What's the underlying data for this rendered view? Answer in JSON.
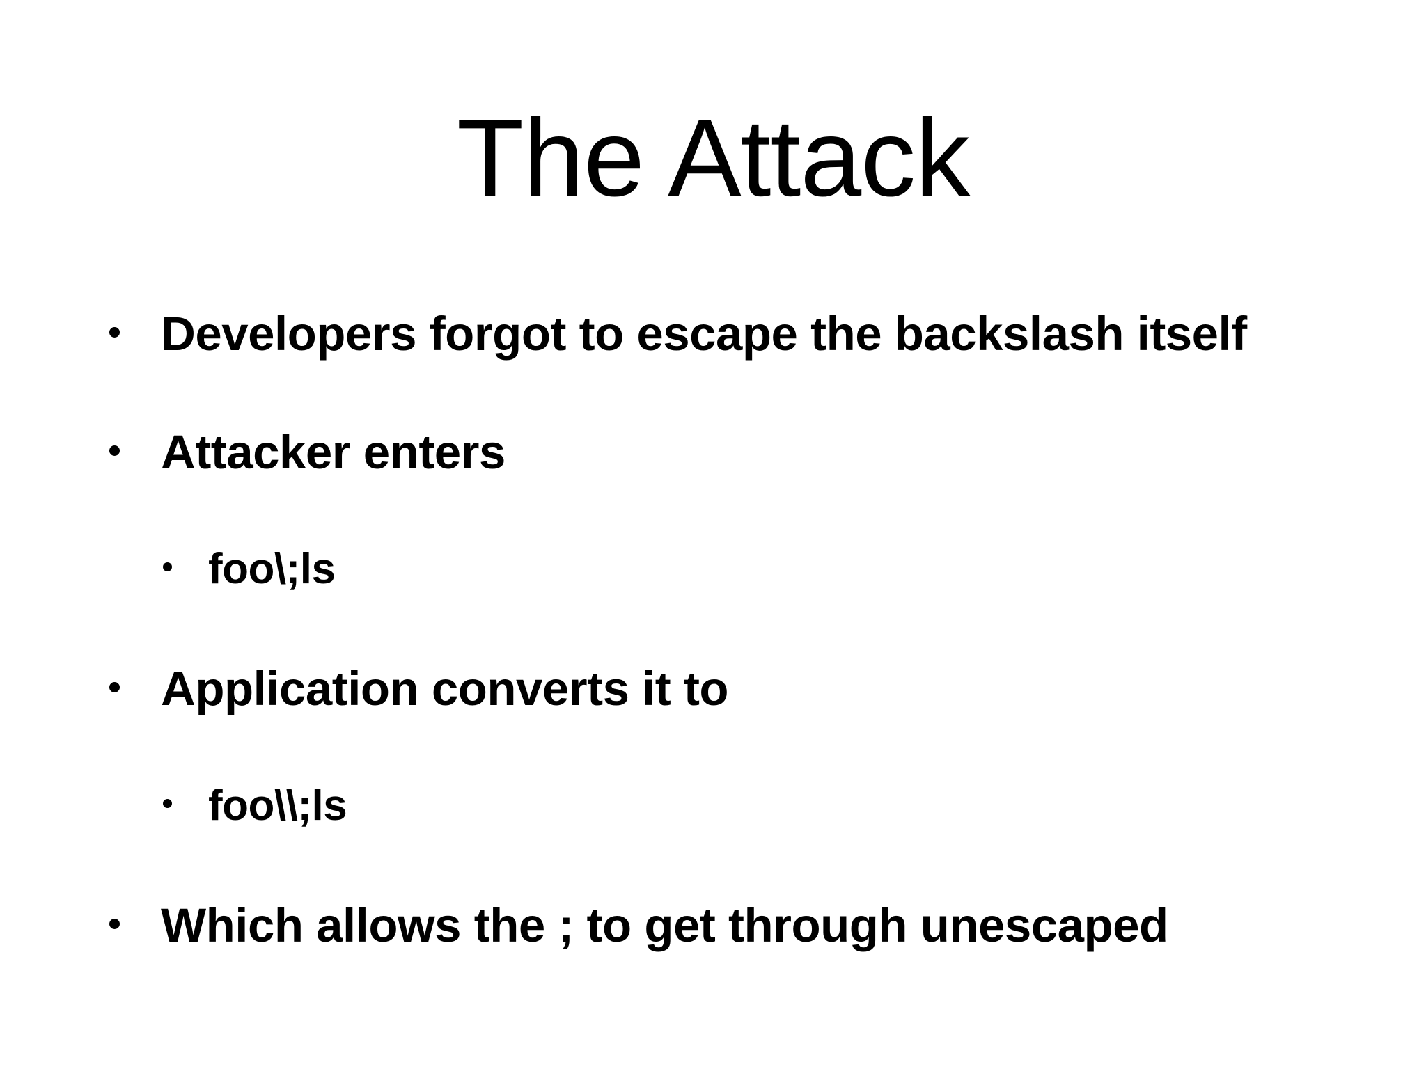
{
  "slide": {
    "background_color": "#ffffff",
    "text_color": "#000000",
    "title": "The Attack",
    "bullets": [
      {
        "level": 1,
        "marker": "bullet-dot",
        "text": "Developers forgot to escape the backslash itself"
      },
      {
        "level": 1,
        "marker": "bullet-dot",
        "text": "Attacker enters"
      },
      {
        "level": 2,
        "marker": "bullet-dot",
        "text": "foo\\;ls"
      },
      {
        "level": 1,
        "marker": "bullet-dot",
        "text": "Application converts it to"
      },
      {
        "level": 2,
        "marker": "bullet-dot",
        "text": "foo\\\\;ls"
      },
      {
        "level": 1,
        "marker": "bullet-dot",
        "text": "Which allows the ; to get through unescaped"
      }
    ]
  }
}
